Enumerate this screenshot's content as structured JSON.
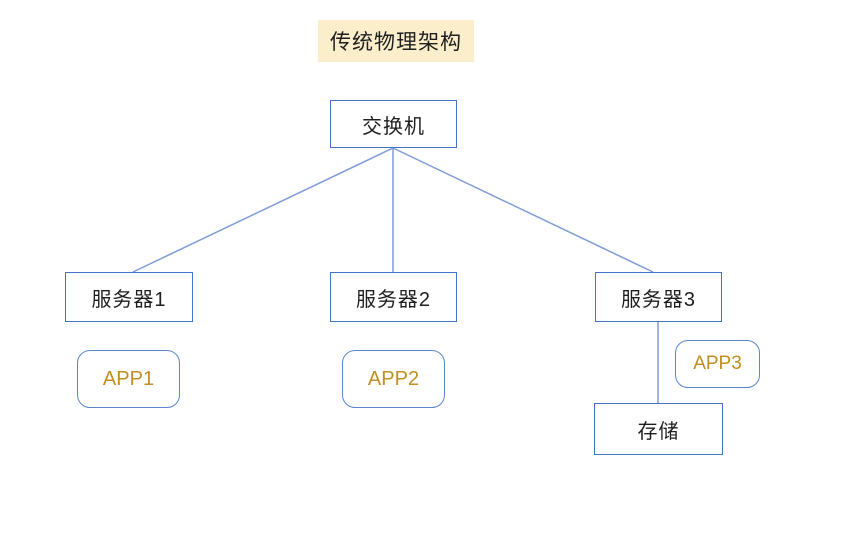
{
  "diagram": {
    "title": "传统物理架构",
    "type": "network-architecture-diagram",
    "nodes": {
      "switch": {
        "label": "交换机",
        "shape": "rectangle",
        "status": "normal"
      },
      "server1": {
        "label": "服务器1",
        "shape": "rectangle",
        "status": "normal"
      },
      "server2": {
        "label": "服务器2",
        "shape": "rectangle",
        "status": "normal"
      },
      "server3": {
        "label": "服务器3",
        "shape": "rectangle",
        "status": "failed-crossed-out"
      },
      "app1": {
        "label": "APP1",
        "shape": "rounded-rectangle",
        "status": "normal"
      },
      "app2": {
        "label": "APP2",
        "shape": "rounded-rectangle",
        "status": "normal"
      },
      "app3": {
        "label": "APP3",
        "shape": "rounded-rectangle",
        "status": "failed-crossed-out"
      },
      "storage": {
        "label": "存储",
        "shape": "rectangle",
        "status": "normal"
      }
    },
    "edges": [
      {
        "from": "switch",
        "to": "server1"
      },
      {
        "from": "switch",
        "to": "server2"
      },
      {
        "from": "switch",
        "to": "server3"
      },
      {
        "from": "server3",
        "to": "storage"
      }
    ],
    "colors": {
      "box_border": "#4472c4",
      "rounded_border": "#5b85cc",
      "connector": "#7d9bd8",
      "title_background": "#fbeecb",
      "app_text": "#c18e1f",
      "failure_mark": "#ee3424",
      "text": "#1f1f1f",
      "background": "#ffffff"
    }
  }
}
